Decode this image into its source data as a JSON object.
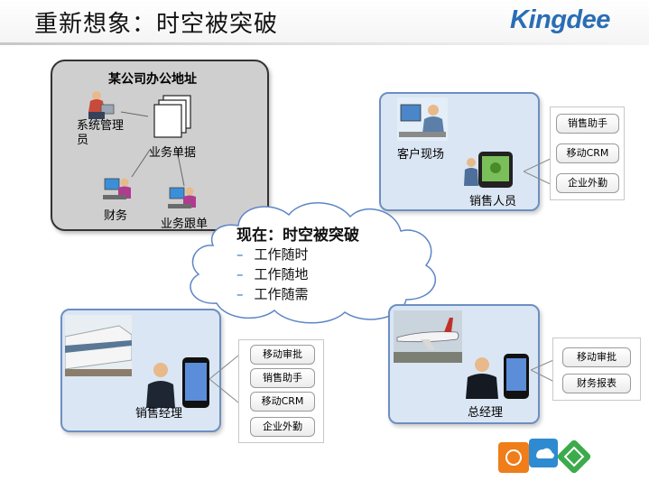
{
  "header": {
    "title": "重新想象：时空被突破",
    "logo": "Kingdee"
  },
  "office": {
    "title": "某公司办公地址",
    "admin_label": "系统管理员",
    "docs_label": "业务单据",
    "finance_label": "财务",
    "followup_label": "业务跟单"
  },
  "client_site": {
    "site_label": "客户现场",
    "person_label": "销售人员",
    "functions": [
      "销售助手",
      "移动CRM",
      "企业外勤"
    ]
  },
  "cloud": {
    "headline": "现在：时空被突破",
    "items": [
      "工作随时",
      "工作随地",
      "工作随需"
    ],
    "bullet": "–"
  },
  "sales_manager": {
    "person_label": "销售经理",
    "functions": [
      "移动审批",
      "销售助手",
      "移动CRM",
      "企业外勤"
    ]
  },
  "gm": {
    "person_label": "总经理",
    "functions": [
      "移动审批",
      "财务报表"
    ]
  },
  "colors": {
    "accent": "#2a6db5",
    "panel_blue": "#dbe6f4",
    "panel_gray": "#cfcfcf"
  }
}
